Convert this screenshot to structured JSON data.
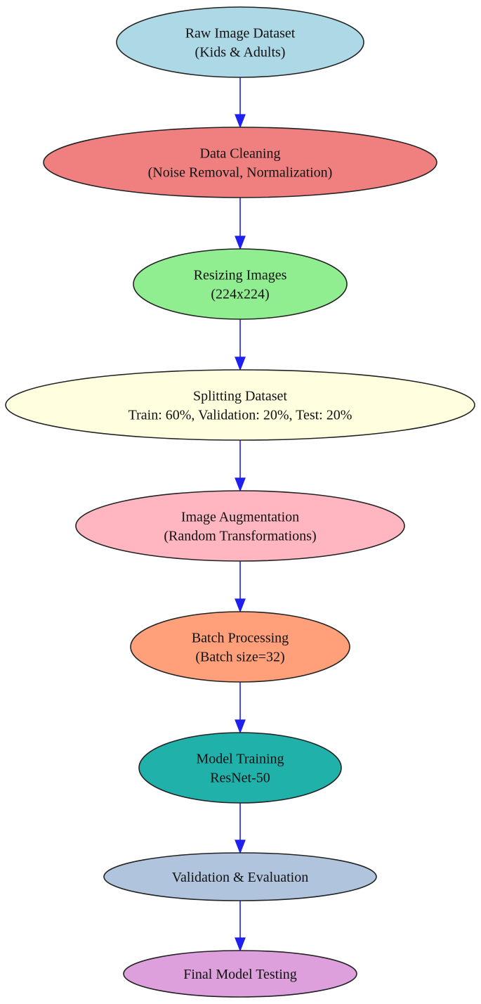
{
  "nodes": [
    {
      "lines": [
        "Raw Image Dataset",
        "(Kids & Adults)"
      ],
      "fill": "#add8e6"
    },
    {
      "lines": [
        "Data Cleaning",
        "(Noise Removal, Normalization)"
      ],
      "fill": "#f08080"
    },
    {
      "lines": [
        "Resizing Images",
        "(224x224)"
      ],
      "fill": "#90ee90"
    },
    {
      "lines": [
        "Splitting Dataset",
        "Train: 60%, Validation: 20%, Test: 20%"
      ],
      "fill": "#ffffe0"
    },
    {
      "lines": [
        "Image Augmentation",
        "(Random Transformations)"
      ],
      "fill": "#ffb6c1"
    },
    {
      "lines": [
        "Batch Processing",
        "(Batch size=32)"
      ],
      "fill": "#ffa07a"
    },
    {
      "lines": [
        "Model Training",
        "ResNet-50"
      ],
      "fill": "#20b2aa"
    },
    {
      "lines": [
        "Validation & Evaluation"
      ],
      "fill": "#b0c4de"
    },
    {
      "lines": [
        "Final Model Testing"
      ],
      "fill": "#dda0dd"
    }
  ],
  "edges": [
    {
      "from": 0,
      "to": 1
    },
    {
      "from": 1,
      "to": 2
    },
    {
      "from": 2,
      "to": 3
    },
    {
      "from": 3,
      "to": 4
    },
    {
      "from": 4,
      "to": 5
    },
    {
      "from": 5,
      "to": 6
    },
    {
      "from": 6,
      "to": 7
    },
    {
      "from": 7,
      "to": 8
    }
  ],
  "edge_color": "#1f1ff0"
}
